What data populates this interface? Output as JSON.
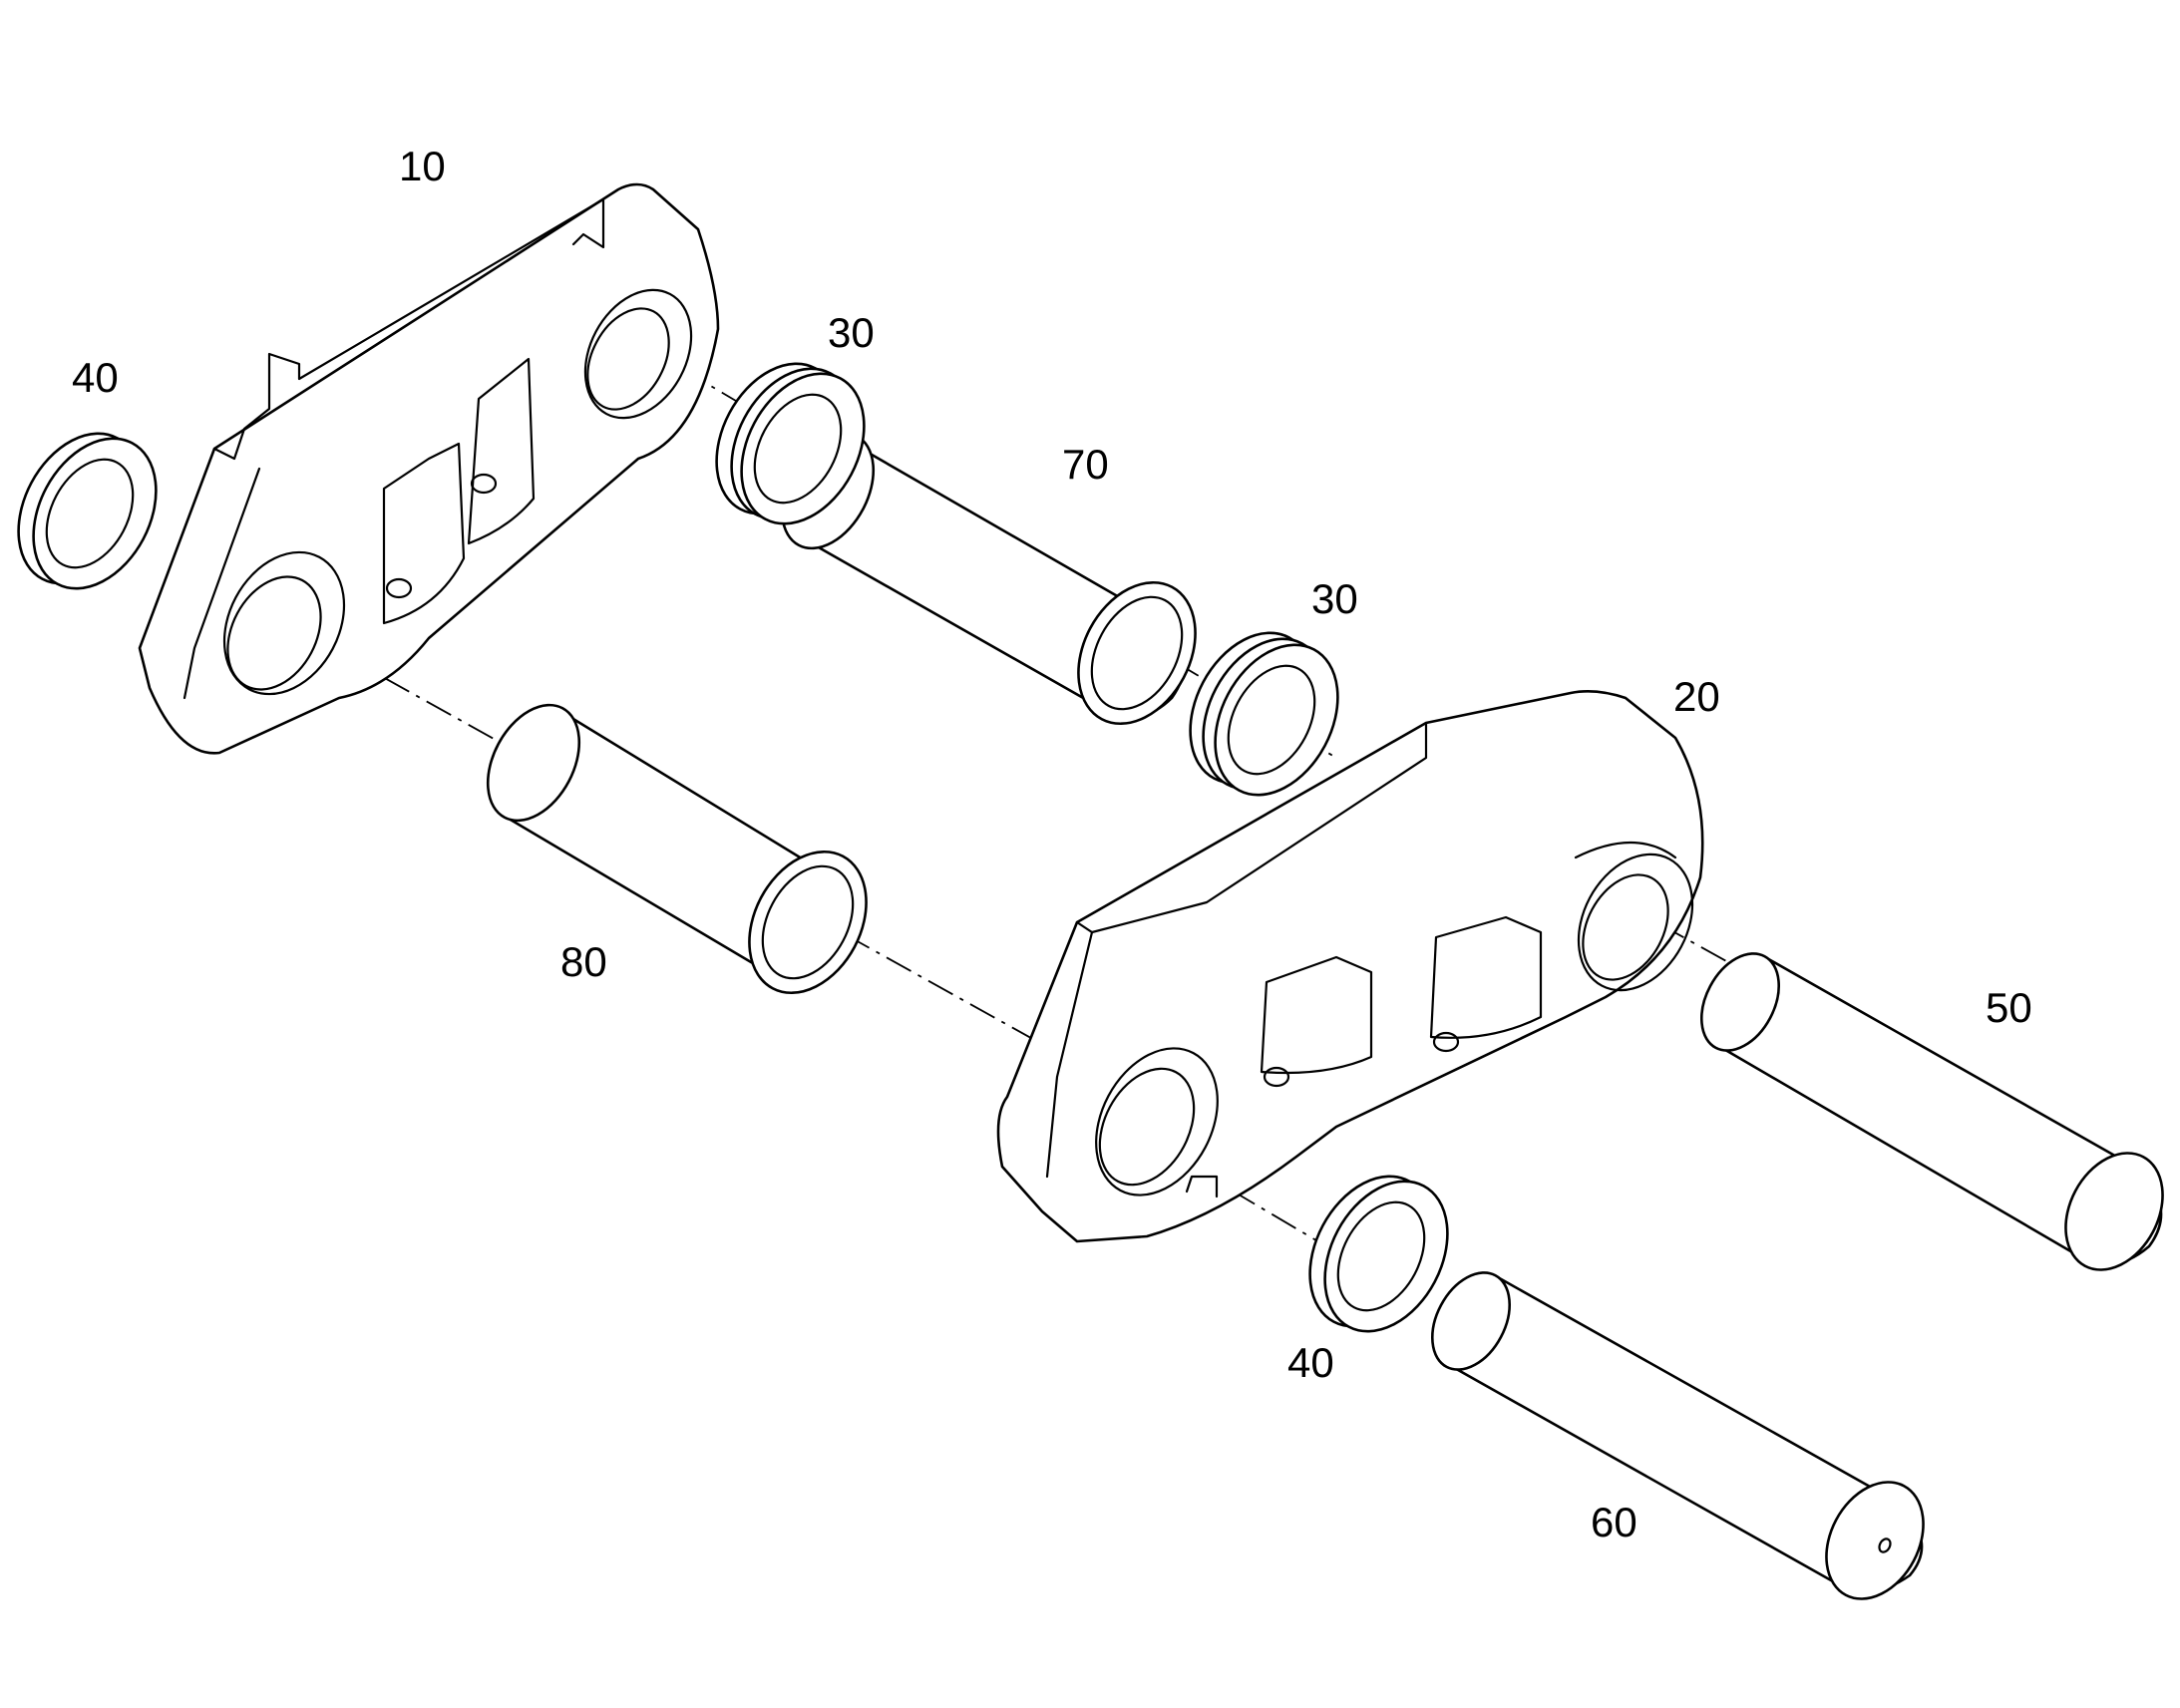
{
  "labels": {
    "link_left": "10",
    "link_right": "20",
    "seal_top_1": "30",
    "seal_top_2": "30",
    "spacer_left": "40",
    "spacer_right": "40",
    "pin_long": "50",
    "pin_short": "60",
    "bushing_top": "70",
    "bushing_bottom": "80"
  },
  "colors": {
    "line": "#000000",
    "background": "#ffffff"
  }
}
